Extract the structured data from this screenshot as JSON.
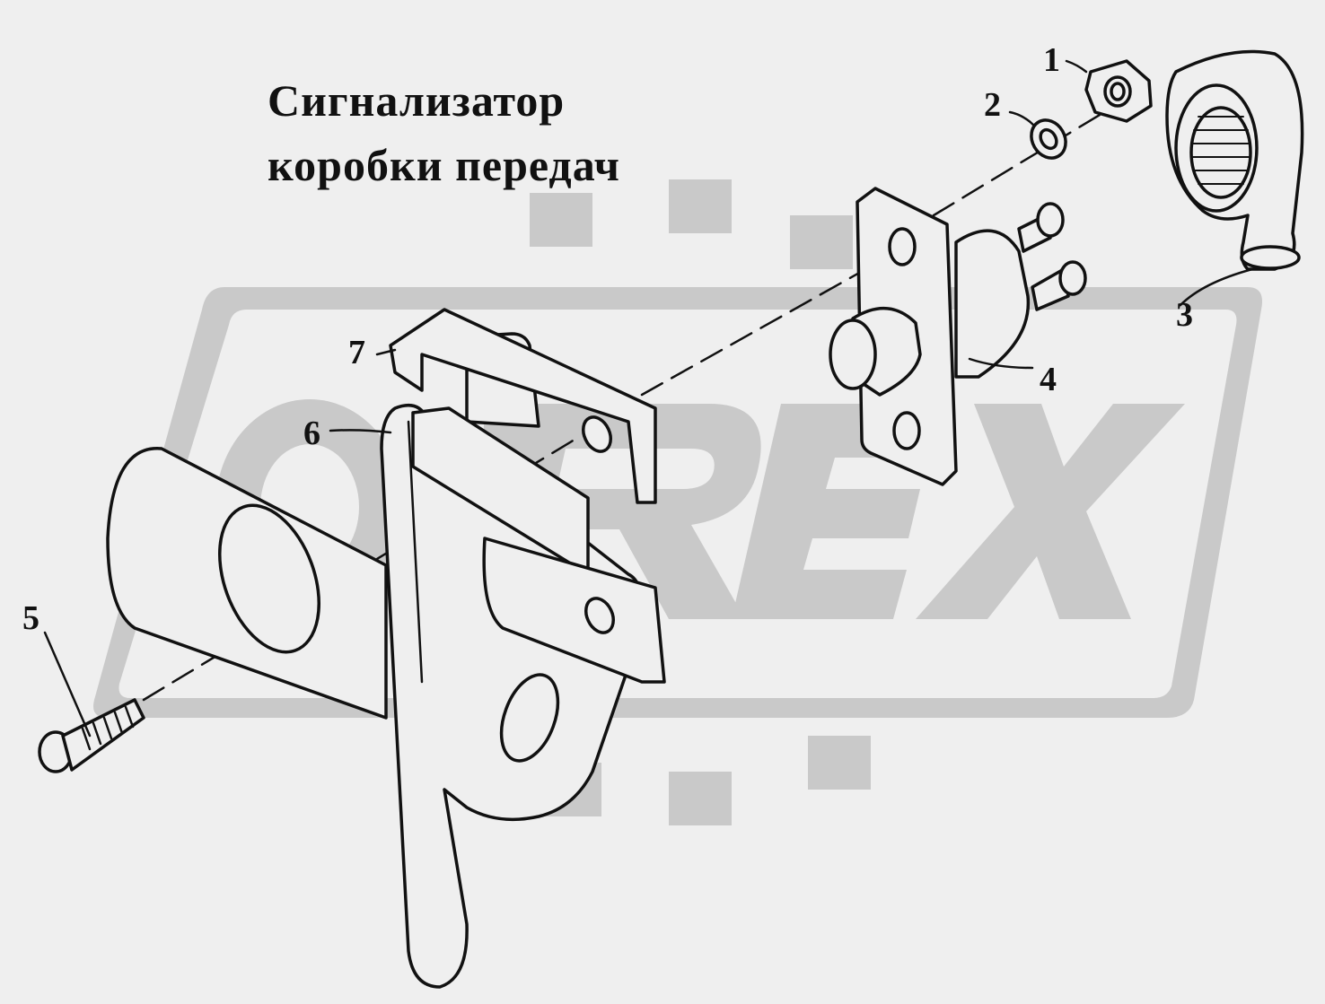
{
  "title": {
    "line1": "Сигнализатор",
    "line2": "коробки передач"
  },
  "watermark": {
    "text": "OREX",
    "color": "#c8c8c8"
  },
  "callouts": [
    {
      "id": "1",
      "part": "nut"
    },
    {
      "id": "2",
      "part": "spring-washer"
    },
    {
      "id": "3",
      "part": "rubber-boot"
    },
    {
      "id": "4",
      "part": "signal-switch"
    },
    {
      "id": "5",
      "part": "screw"
    },
    {
      "id": "6",
      "part": "lever"
    },
    {
      "id": "7",
      "part": "bracket"
    }
  ],
  "colors": {
    "background": "#efefef",
    "ink": "#111111",
    "part_fill": "#efefef"
  }
}
